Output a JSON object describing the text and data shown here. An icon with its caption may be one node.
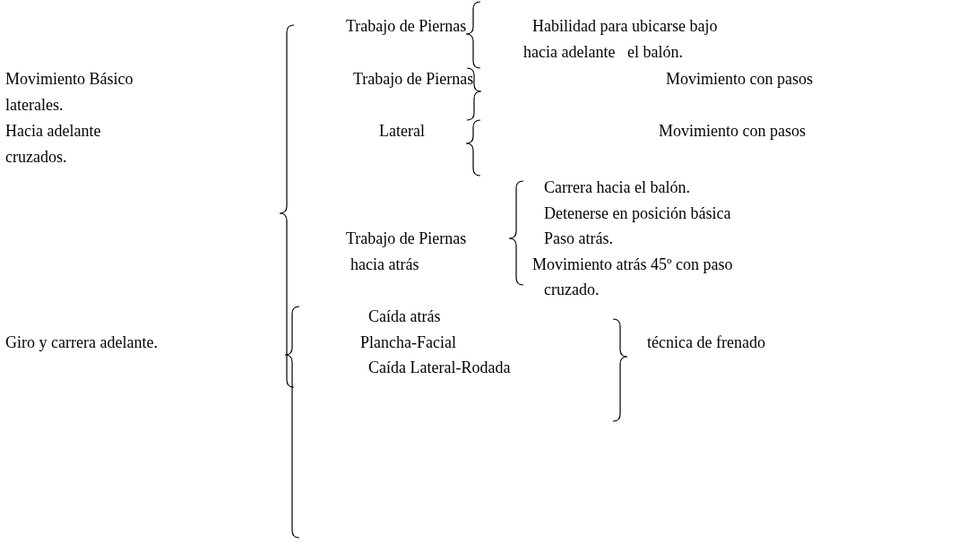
{
  "diagram": {
    "labels": [
      "Trabajo de Piernas",
      "Habilidad para ubicarse bajo",
      "hacia adelante   el balón.",
      "Movimiento Básico",
      "Trabajo de Piernas",
      "Movimiento con pasos",
      "laterales.",
      "Hacia adelante",
      "Lateral",
      "Movimiento con pasos",
      "cruzados.",
      "Carrera hacia el balón.",
      "Detenerse en posición básica",
      "Trabajo de Piernas",
      "Paso atrás.",
      "hacia atrás",
      "Movimiento atrás 45º con paso",
      "cruzado.",
      "Caída atrás",
      "Giro y carrera adelante.",
      "Plancha-Facial",
      "técnica de frenado",
      "Caída Lateral-Rodada"
    ]
  }
}
